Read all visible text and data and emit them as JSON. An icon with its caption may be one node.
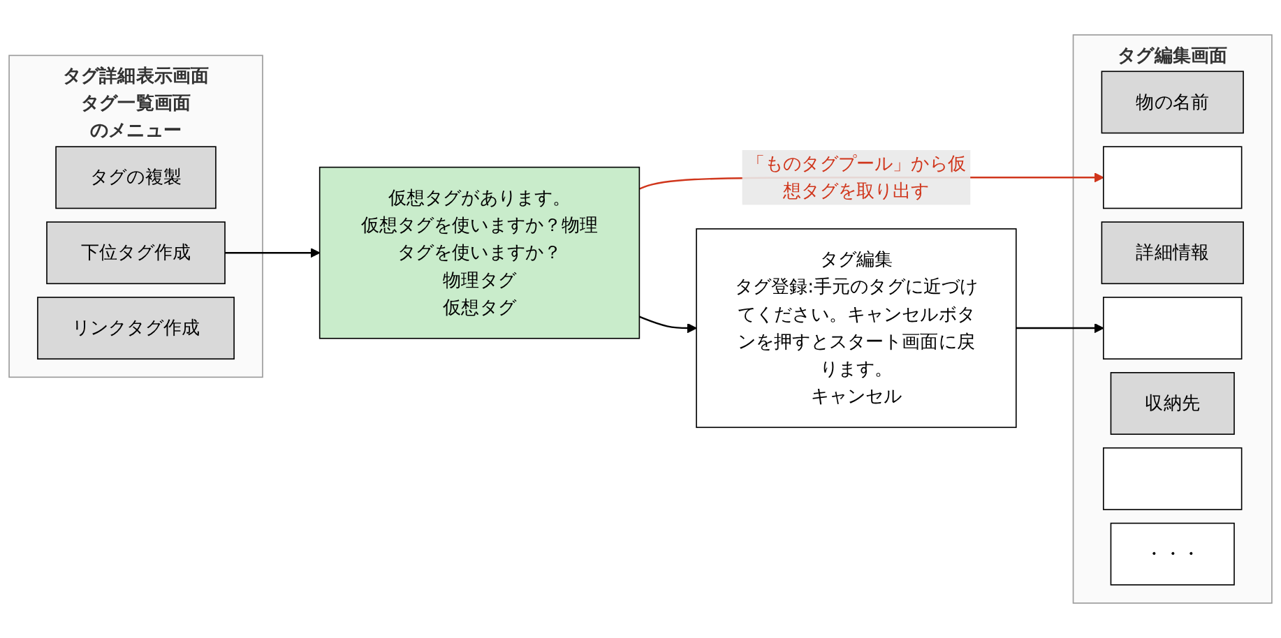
{
  "diagram": {
    "nodes": [
      {
        "text": [
          "タグ詳細表示画面",
          "タグ一覧画面",
          "のメニュー"
        ]
      },
      {
        "text": [
          "タグの複製"
        ],
        "in": 0
      },
      {
        "text": [
          "下位タグ作成"
        ],
        "in": 0
      },
      {
        "text": [
          "リンクタグ作成"
        ],
        "in": 0
      },
      {
        "text": [
          "仮想タグがあります。",
          "仮想タグを使いますか？物理タグを使いますか？",
          "物理タグ",
          "仮想タグ"
        ]
      },
      {
        "text": [
          "タグ編集",
          "タグ登録:手元のタグに近づけてください。キャンセルボタンを押すとスタート画面に戻ります。",
          "キャンセル"
        ]
      },
      {
        "text": [
          "タグ編集画面"
        ]
      },
      {
        "text": [
          "物の名前"
        ],
        "in": 6
      },
      {
        "text": [],
        "shape": "box",
        "in": 6
      },
      {
        "text": [
          "詳細情報"
        ],
        "in": 6
      },
      {
        "text": [],
        "shape": "box",
        "in": 6
      },
      {
        "text": [
          "収納先"
        ],
        "in": 6
      },
      {
        "text": [],
        "shape": "box",
        "in": 6
      },
      {
        "text": [
          "・・・"
        ],
        "in": 6
      }
    ],
    "edges": [
      {
        "from": 2,
        "to": 4,
        "arrow": "to"
      },
      {
        "from": 4,
        "to": 5,
        "arrow": "to"
      },
      {
        "from": 4,
        "to": 8,
        "arrow": "to",
        "label": "「ものタグプール」から仮想タグを取り出す",
        "color": "#d0361c"
      },
      {
        "from": 5,
        "to": 10,
        "arrow": "to"
      }
    ]
  }
}
